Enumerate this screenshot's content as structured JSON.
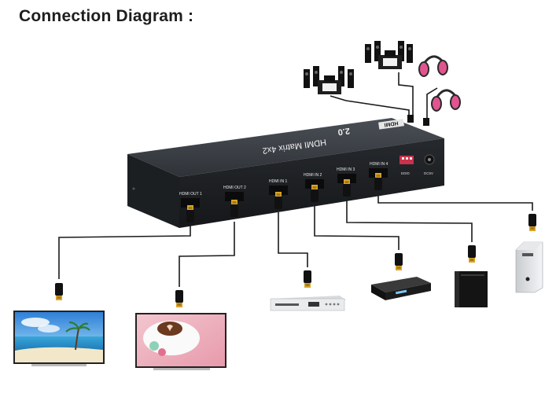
{
  "title": "Connection Diagram :",
  "device": {
    "logo": "HDMI",
    "version": "2.0",
    "name": "HDMI Matrix 4x2",
    "edid_label": "EDID",
    "power_label": "DC5V"
  },
  "ports": {
    "out1": "HDMI OUT 1",
    "out2": "HDMI OUT 2",
    "in1": "HDMI IN 1",
    "in2": "HDMI IN 2",
    "in3": "HDMI IN 3",
    "in4": "HDMI IN 4"
  },
  "colors": {
    "device_body": "#2b2f34",
    "device_top": "#3a3f45",
    "cable": "#1a1a1a",
    "connector_gold": "#d9a527",
    "headphone_pink": "#e0558f"
  },
  "icons": [
    "speaker-set-icon",
    "headphones-icon",
    "tv-icon",
    "dvd-player-icon",
    "set-top-box-icon",
    "game-console-icon",
    "pc-tower-icon"
  ]
}
